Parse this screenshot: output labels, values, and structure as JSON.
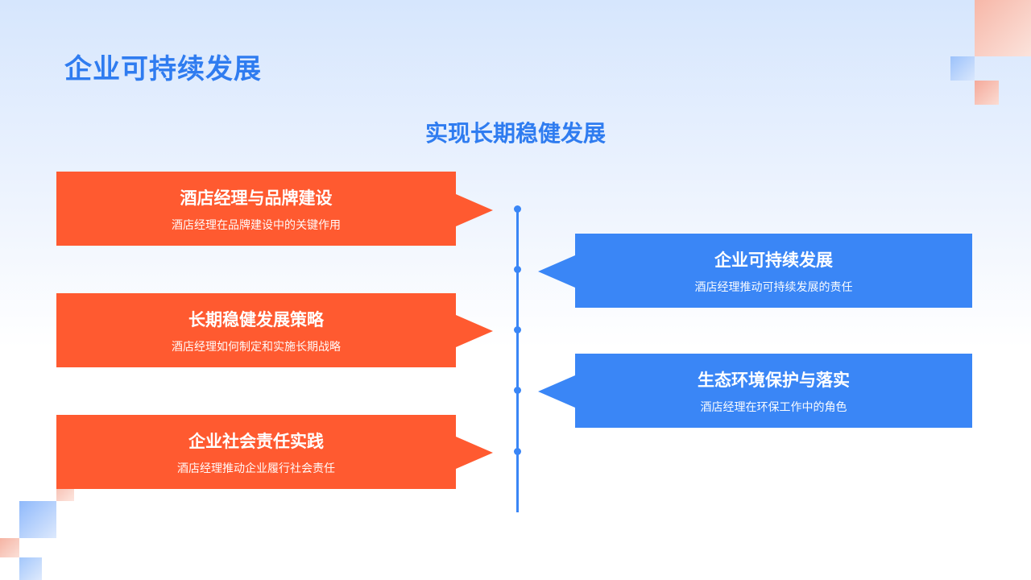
{
  "page": {
    "title": "企业可持续发展",
    "subtitle": "实现长期稳健发展"
  },
  "left_cards": [
    {
      "title": "酒店经理与品牌建设",
      "desc": "酒店经理在品牌建设中的关键作用"
    },
    {
      "title": "长期稳健发展策略",
      "desc": "酒店经理如何制定和实施长期战略"
    },
    {
      "title": "企业社会责任实践",
      "desc": "酒店经理推动企业履行社会责任"
    }
  ],
  "right_cards": [
    {
      "title": "企业可持续发展",
      "desc": "酒店经理推动可持续发展的责任"
    },
    {
      "title": "生态环境保护与落实",
      "desc": "酒店经理在环保工作中的角色"
    }
  ],
  "colors": {
    "accent_blue": "#3a86f6",
    "accent_orange": "#ff5a30",
    "title_blue": "#2f7cf0"
  }
}
